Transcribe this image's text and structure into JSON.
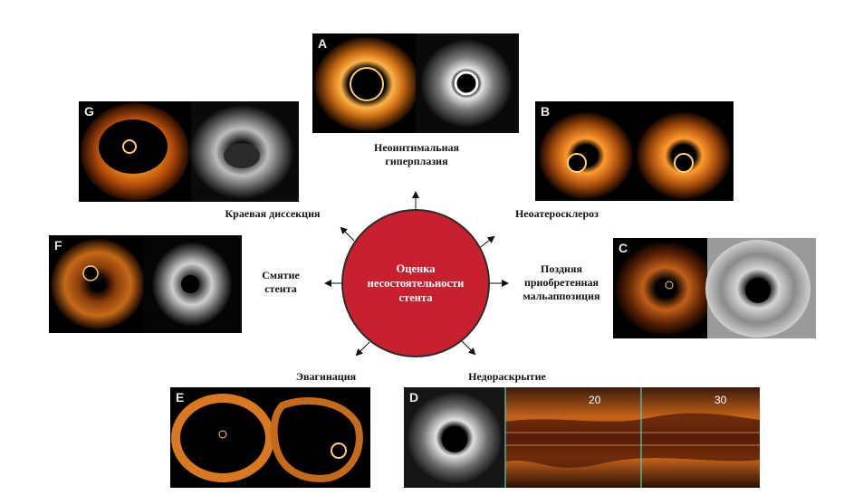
{
  "center": {
    "title": "Оценка\nнесостоятельности\nстента",
    "color": "#c8202f"
  },
  "panels": {
    "A": {
      "letter": "A",
      "label": "Неоинтимальная\nгиперплазия"
    },
    "B": {
      "letter": "B",
      "label": "Неоатеросклероз"
    },
    "C": {
      "letter": "C",
      "label": "Поздняя\nприобретенная\nмальаппозиция"
    },
    "D": {
      "letter": "D",
      "label": "Недораскрытие",
      "ticks": [
        "20",
        "30"
      ]
    },
    "E": {
      "letter": "E",
      "label": "Эвагинация"
    },
    "F": {
      "letter": "F",
      "label": "Смятие\nстента"
    },
    "G": {
      "letter": "G",
      "label": "Краевая диссекция"
    }
  }
}
